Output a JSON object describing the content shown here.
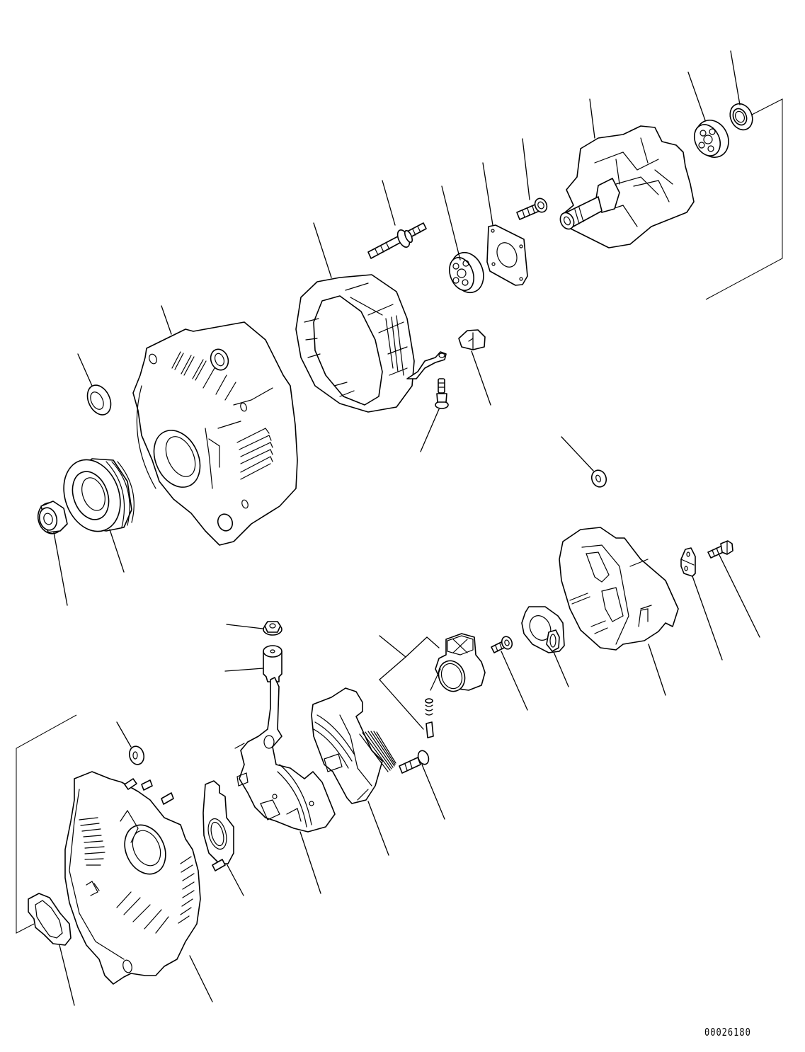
{
  "diagram": {
    "type": "exploded-parts-view",
    "subject": "alternator",
    "drawing_number": "00026180",
    "line_color": "#000000",
    "background_color": "#ffffff",
    "parts": [
      {
        "name": "front-bearing-retainer-nut",
        "callout_end": [
          95,
          855
        ]
      },
      {
        "name": "pulley",
        "callout_end": [
          175,
          808
        ]
      },
      {
        "name": "spacer-collar",
        "callout_end": [
          110,
          500
        ]
      },
      {
        "name": "drive-end-frame",
        "callout_end": [
          228,
          432
        ]
      },
      {
        "name": "stator",
        "callout_end": [
          443,
          315
        ]
      },
      {
        "name": "through-stud",
        "callout_end": [
          540,
          255
        ]
      },
      {
        "name": "front-bearing",
        "callout_end": [
          624,
          263
        ]
      },
      {
        "name": "bearing-retainer-plate",
        "callout_end": [
          682,
          230
        ]
      },
      {
        "name": "retainer-screw",
        "callout_end": [
          738,
          196
        ]
      },
      {
        "name": "rotor",
        "callout_end": [
          833,
          140
        ]
      },
      {
        "name": "rear-bearing",
        "callout_end": [
          972,
          102
        ]
      },
      {
        "name": "rear-bearing-cover",
        "callout_end": [
          1032,
          72
        ]
      },
      {
        "name": "terminal-insulator",
        "callout_end": [
          693,
          572
        ]
      },
      {
        "name": "stator-lead-screw",
        "callout_end": [
          594,
          638
        ]
      },
      {
        "name": "terminal-nut",
        "callout_end": [
          793,
          617
        ]
      },
      {
        "name": "rear-end-cover",
        "callout_end": [
          940,
          982
        ]
      },
      {
        "name": "connector-clamp",
        "callout_end": [
          1020,
          932
        ]
      },
      {
        "name": "cover-bolt",
        "callout_end": [
          1073,
          900
        ]
      },
      {
        "name": "terminal-insulator-cap",
        "callout_end": [
          803,
          970
        ]
      },
      {
        "name": "brush-holder-screw",
        "callout_end": [
          745,
          1003
        ]
      },
      {
        "name": "brush-holder-assembly",
        "callout_end": [
          536,
          898
        ]
      },
      {
        "name": "b-terminal-nut",
        "callout_end": [
          320,
          882
        ]
      },
      {
        "name": "b-terminal-insulator",
        "callout_end": [
          318,
          948
        ]
      },
      {
        "name": "regulator-screw",
        "callout_end": [
          628,
          1157
        ]
      },
      {
        "name": "regulator",
        "callout_end": [
          549,
          1208
        ]
      },
      {
        "name": "rectifier-holder",
        "callout_end": [
          453,
          1262
        ]
      },
      {
        "name": "rear-bearing-seal",
        "callout_end": [
          344,
          1265
        ]
      },
      {
        "name": "rear-frame-nut",
        "callout_end": [
          165,
          1020
        ]
      },
      {
        "name": "rear-end-frame",
        "callout_end": [
          300,
          1415
        ]
      },
      {
        "name": "rear-frame-gasket",
        "callout_end": [
          105,
          1420
        ]
      }
    ]
  }
}
